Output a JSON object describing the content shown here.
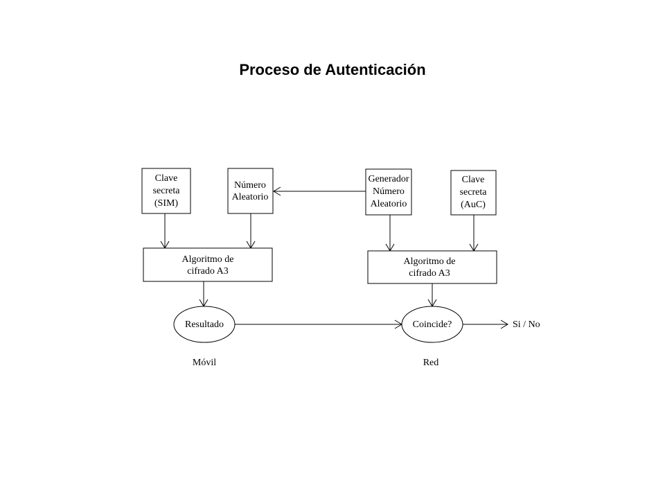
{
  "title": "Proceso de Autenticación",
  "nodes": {
    "clave_sim": {
      "lines": [
        "Clave",
        "secreta",
        "(SIM)"
      ]
    },
    "numero_aleatorio": {
      "lines": [
        "Número",
        "Aleatorio"
      ]
    },
    "generador": {
      "lines": [
        "Generador",
        "Número",
        "Aleatorio"
      ]
    },
    "clave_auc": {
      "lines": [
        "Clave",
        "secreta",
        "(AuC)"
      ]
    },
    "algoritmo_movil": {
      "lines": [
        "Algoritmo de",
        "cifrado A3"
      ]
    },
    "algoritmo_red": {
      "lines": [
        "Algoritmo de",
        "cifrado A3"
      ]
    },
    "resultado": {
      "lines": [
        "Resultado"
      ]
    },
    "coincide": {
      "lines": [
        "Coincide?"
      ]
    }
  },
  "outcome_label": "Si / No",
  "side_labels": {
    "movil": "Móvil",
    "red": "Red"
  }
}
